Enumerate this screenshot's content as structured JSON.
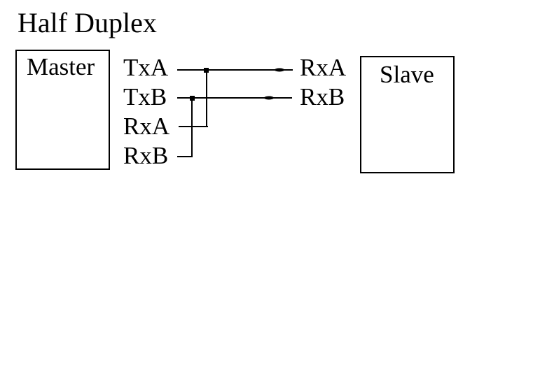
{
  "title": "Half Duplex",
  "master": {
    "label": "Master",
    "pins": [
      {
        "label": "TxA"
      },
      {
        "label": "TxB"
      },
      {
        "label": "RxA"
      },
      {
        "label": "RxB"
      }
    ]
  },
  "slave": {
    "label": "Slave",
    "pins": [
      {
        "label": "RxA"
      },
      {
        "label": "RxB"
      }
    ]
  },
  "connections": [
    {
      "from": "Master TxA",
      "to": [
        "Slave RxA",
        "Master RxA"
      ],
      "junction_dot": true
    },
    {
      "from": "Master TxB",
      "to": [
        "Slave RxB",
        "Master RxB"
      ],
      "junction_dot": true
    }
  ],
  "colors": {
    "line": "#000000",
    "text": "#000000",
    "background": "#ffffff"
  }
}
